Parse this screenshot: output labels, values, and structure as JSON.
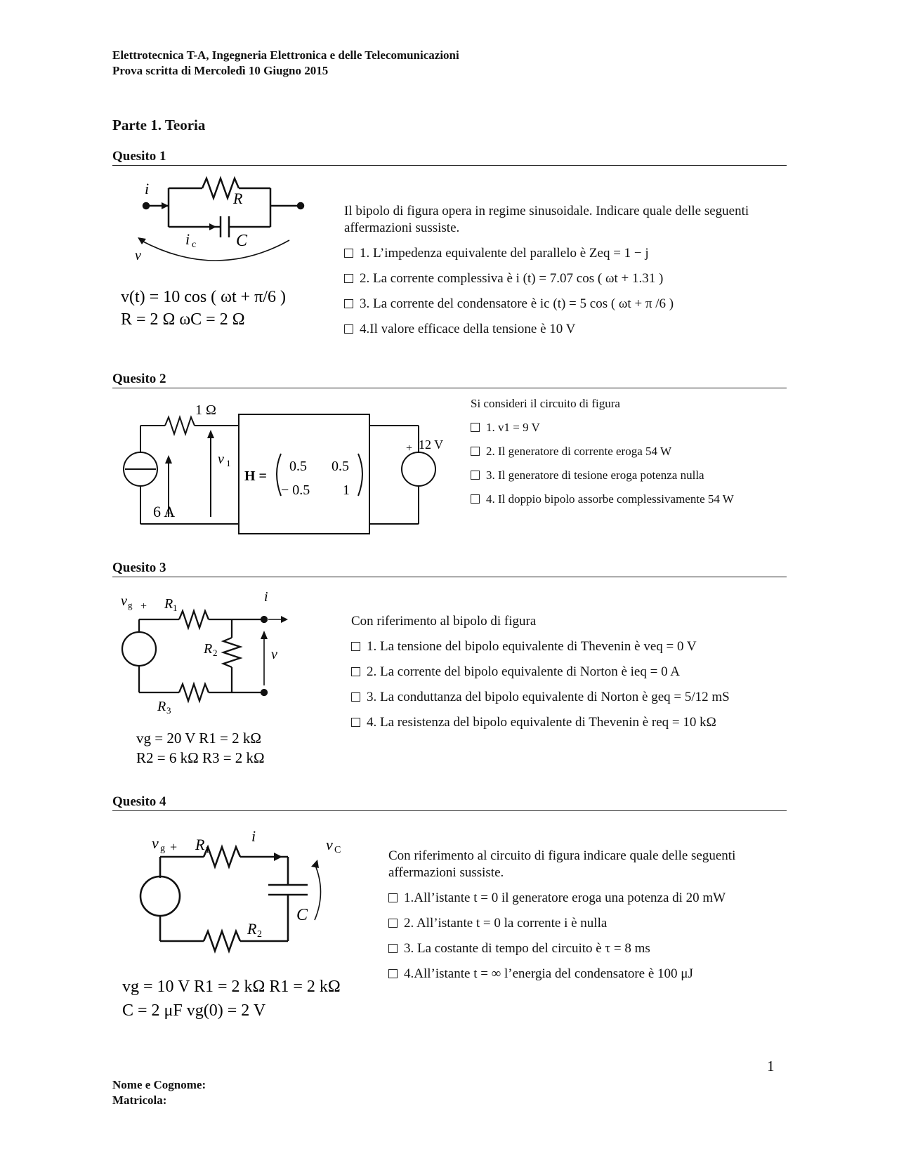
{
  "header": {
    "line1": "Elettrotecnica T-A, Ingegneria Elettronica e delle Telecomunicazioni",
    "line2": "Prova scritta di Mercoledì 10 Giugno 2015"
  },
  "section_title": "Parte 1. Teoria",
  "q1": {
    "title": "Quesito 1",
    "intro": "Il bipolo di figura opera in regime sinusoidale. Indicare quale delle seguenti affermazioni sussiste.",
    "options": [
      "1. L’impedenza equivalente del parallelo è Zeq = 1 − j",
      "2. La corrente complessiva è i (t) =  7.07 cos ( ωt + 1.31 )",
      "3. La corrente del condensatore è ic (t) =  5 cos ( ωt + π /6 )",
      "4.Il valore efficace della tensione è 10 V"
    ],
    "fig": {
      "label_i": "i",
      "label_R": "R",
      "label_ic": "i",
      "label_ic_sub": "c",
      "label_C": "C",
      "label_v": "v",
      "eq1": "v(t) = 10 cos ( ωt + π/6 )",
      "eq2": "R = 2 Ω    ωC = 2 Ω"
    }
  },
  "q2": {
    "title": "Quesito 2",
    "intro": "Si consideri il circuito di figura",
    "options": [
      "1. v1 = 9 V",
      "2. Il generatore di corrente eroga 54 W",
      "3. Il generatore di tesione eroga potenza nulla",
      "4. Il doppio bipolo assorbe complessivamente 54 W"
    ],
    "fig": {
      "res": "1 Ω",
      "v1": "v",
      "v1_sub": "1",
      "H": "H =",
      "m11": "0.5",
      "m12": "0.5",
      "m21": "− 0.5",
      "m22": "1",
      "cur": "6 A",
      "volt": "12 V",
      "plus": "+"
    }
  },
  "q3": {
    "title": "Quesito 3",
    "intro": "Con riferimento al bipolo di figura",
    "options": [
      "1. La tensione del bipolo equivalente di Thevenin è veq = 0 V",
      "2. La corrente del bipolo equivalente di Norton è ieq = 0 A",
      "3. La conduttanza del bipolo equivalente di Norton è geq = 5/12 mS",
      "4. La resistenza del bipolo equivalente di Thevenin è req = 10 kΩ"
    ],
    "fig": {
      "vg": "v",
      "vg_sub": "g",
      "plus": "+",
      "R1": "R",
      "R1_sub": "1",
      "R2": "R",
      "R2_sub": "2",
      "R3": "R",
      "R3_sub": "3",
      "i": "i",
      "v": "v",
      "eq1": "vg = 20 V    R1 = 2 kΩ",
      "eq2": "R2 = 6 kΩ   R3 = 2 kΩ"
    }
  },
  "q4": {
    "title": "Quesito 4",
    "intro": "Con riferimento al circuito di figura indicare quale delle seguenti affermazioni sussiste.",
    "options": [
      "1.All’istante t = 0 il generatore eroga una potenza di 20 mW",
      "2. All’istante t = 0 la corrente i è nulla",
      "3. La costante di tempo del circuito è τ = 8 ms",
      "4.All’istante t = ∞ l’energia del condensatore è 100 μJ"
    ],
    "fig": {
      "vg": "v",
      "vg_sub": "g",
      "plus": "+",
      "R1": "R",
      "R1_sub": "1",
      "R2": "R",
      "R2_sub": "2",
      "i": "i",
      "vC": "v",
      "vC_sub": "C",
      "C": "C",
      "eq1": "vg = 10 V   R1 = 2 kΩ   R1 = 2 kΩ",
      "eq2": "C = 2 μF   vg(0) = 2 V"
    }
  },
  "page_number": "1",
  "footer": {
    "name": "Nome e Cognome:",
    "id": "Matricola:"
  }
}
